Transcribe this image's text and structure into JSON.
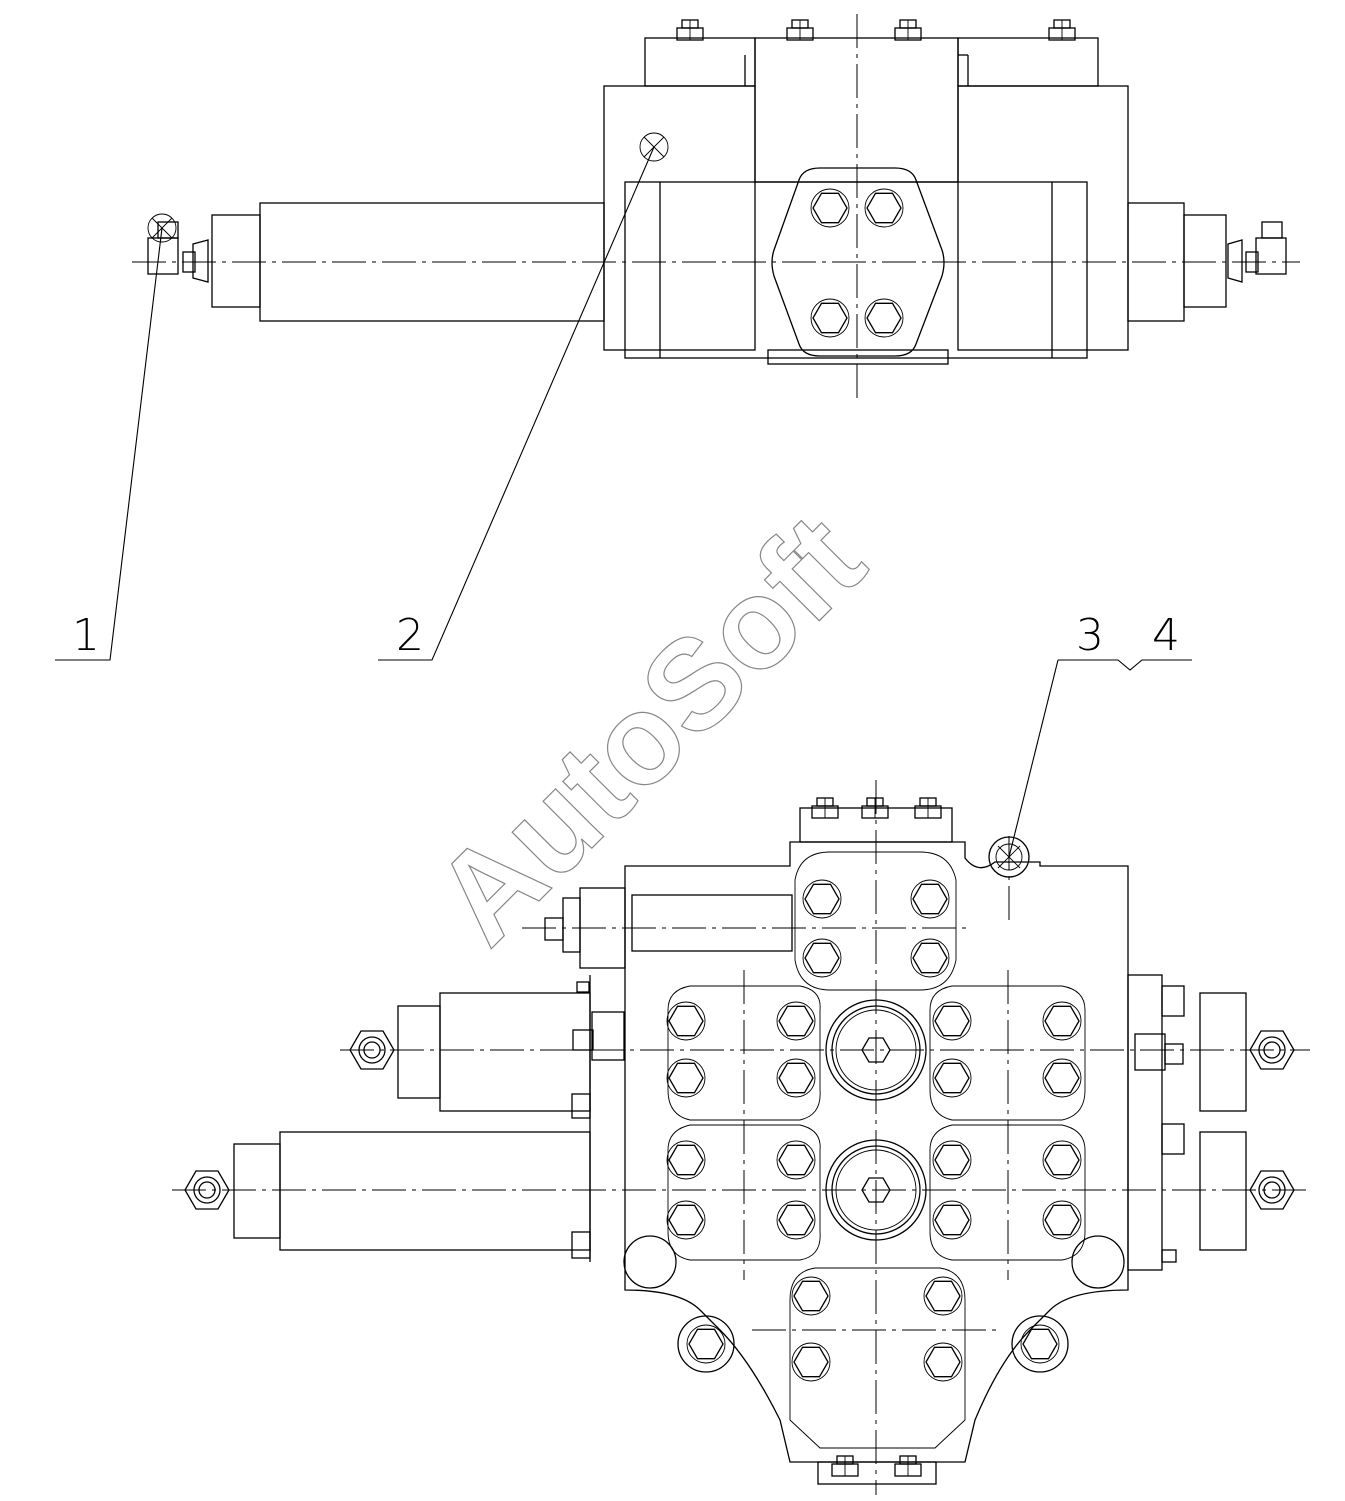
{
  "watermark": "AutoSoft",
  "callouts": {
    "c1": "1",
    "c2": "2",
    "c3": "3",
    "c4": "4"
  }
}
